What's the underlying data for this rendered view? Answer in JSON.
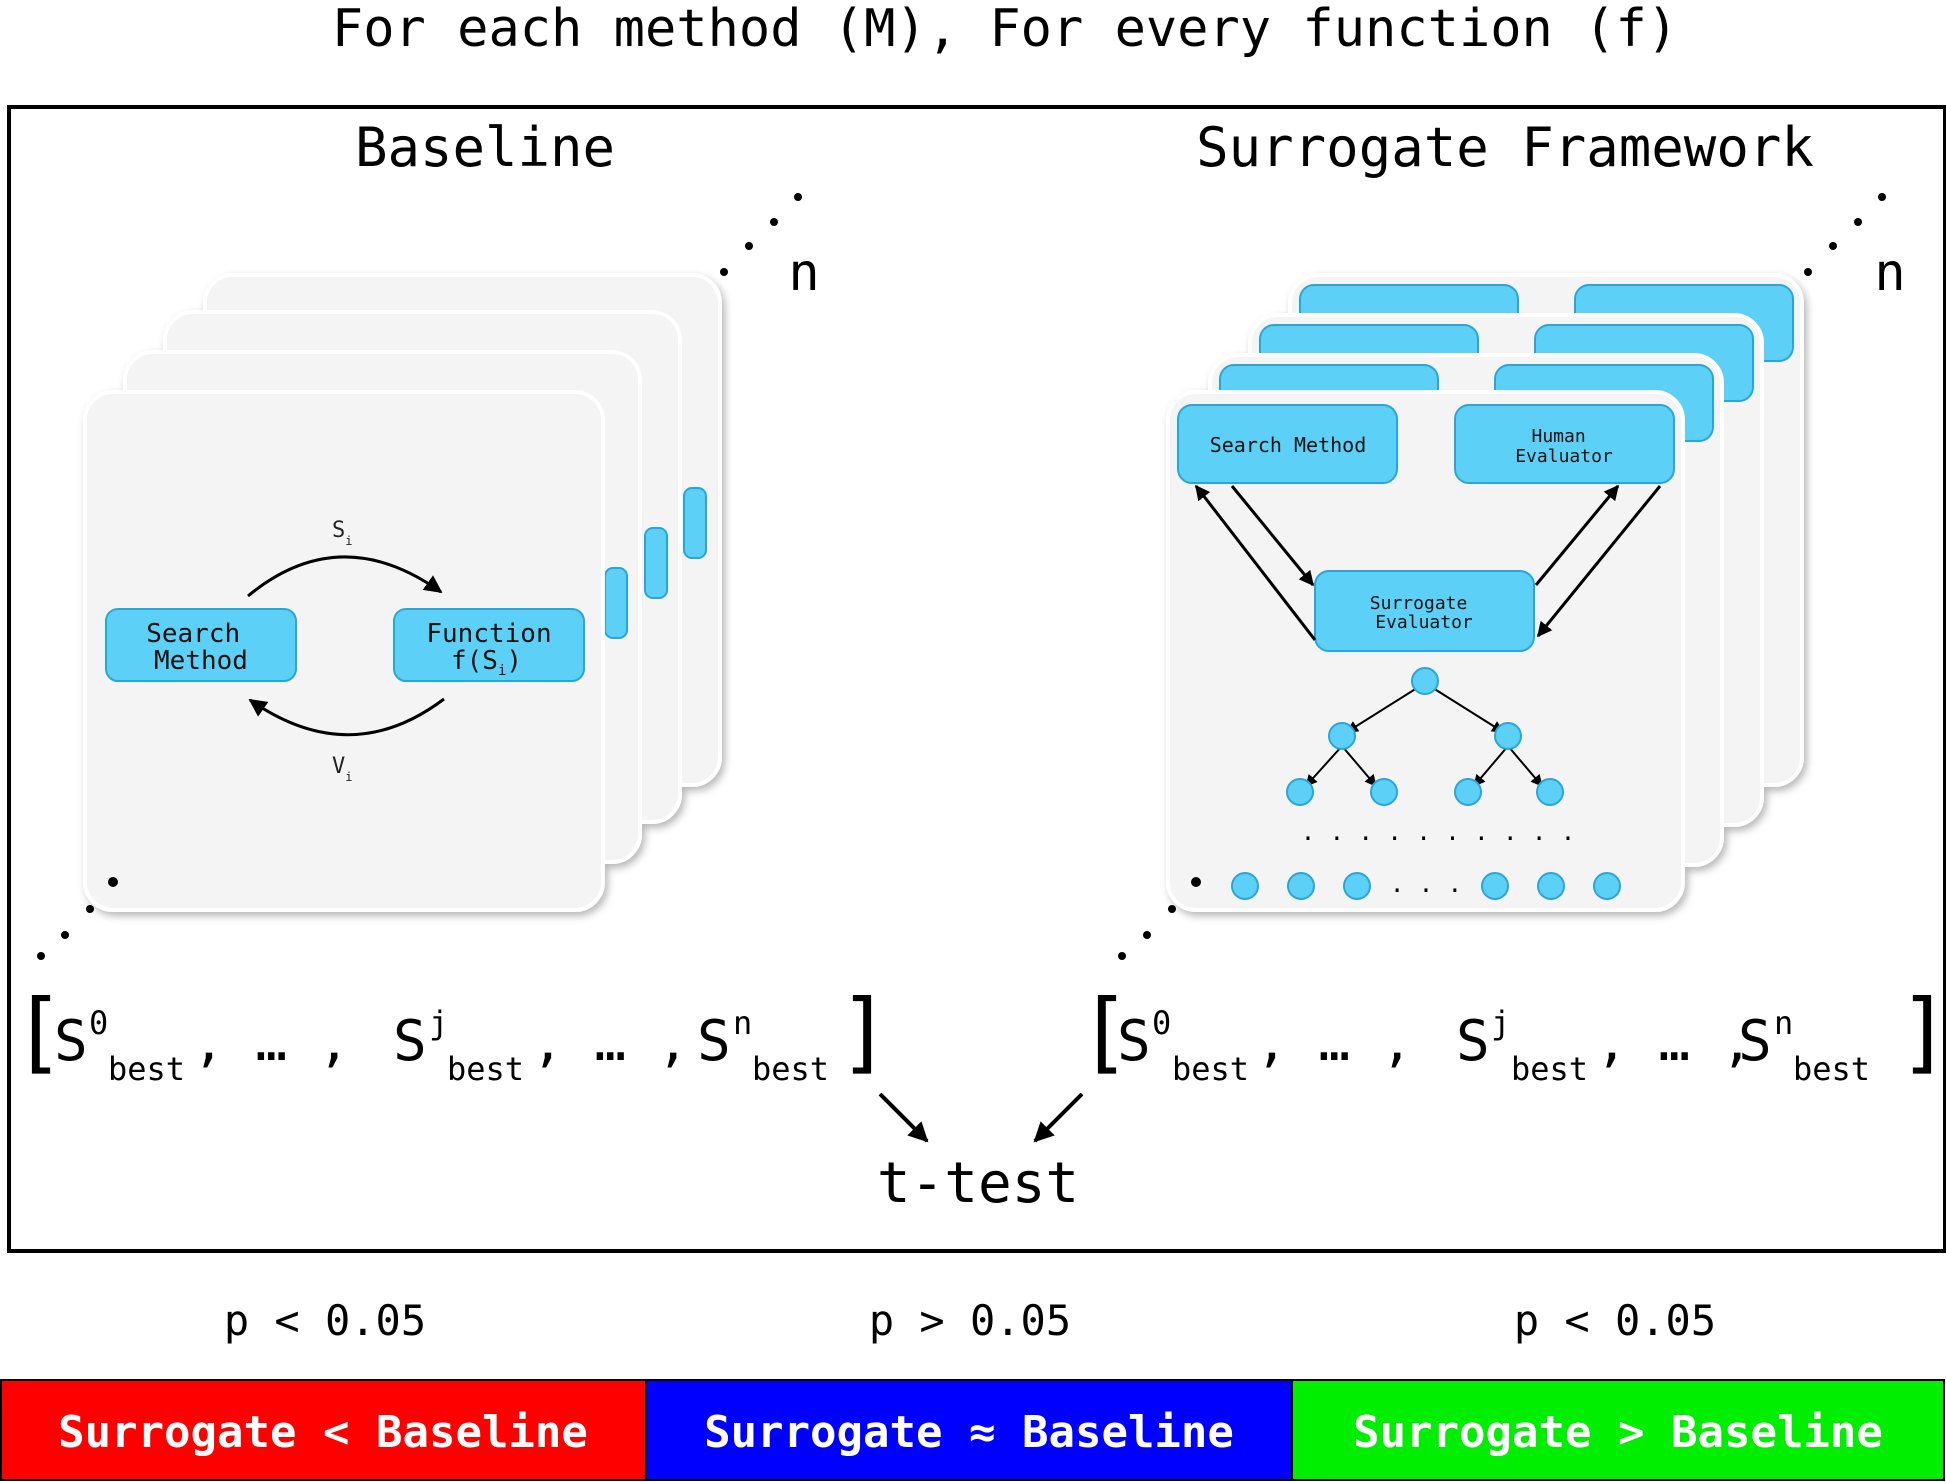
{
  "title": "For each method (M), For every function (f)",
  "baseline": {
    "heading": "Baseline",
    "n_label": "n",
    "search_method": [
      "Search",
      "Method"
    ],
    "function_box": [
      "Function",
      "f(S",
      "i",
      ")"
    ],
    "s_label": "S",
    "s_sub": "i",
    "v_label": "V",
    "v_sub": "i",
    "result_vector": {
      "open": "[",
      "s": "S",
      "sup0": "0",
      "supj": "j",
      "supn": "n",
      "sub": "best",
      "ellipsis": ", … ,",
      "close": "]"
    }
  },
  "surrogate": {
    "heading": "Surrogate Framework",
    "n_label": "n",
    "search_method": "Search Method",
    "human_evaluator": [
      "Human",
      "Evaluator"
    ],
    "surrogate_evaluator": [
      "Surrogate",
      "Evaluator"
    ],
    "tree_dots": ". . . . . . . . . .",
    "leaf_dots": ". . .",
    "result_vector": {
      "open": "[",
      "s": "S",
      "sup0": "0",
      "supj": "j",
      "supn": "n",
      "sub": "best",
      "ellipsis": ", … ,",
      "close": "]"
    }
  },
  "test_label": "t-test",
  "outcomes": [
    {
      "p": "p < 0.05",
      "label": "Surrogate < Baseline",
      "color": "#ff0000"
    },
    {
      "p": "p > 0.05",
      "label": "Surrogate ≈ Baseline",
      "color": "#0000ff"
    },
    {
      "p": "p < 0.05",
      "label": "Surrogate > Baseline",
      "color": "#00ee00"
    }
  ],
  "colors": {
    "node": "#5dd0f7",
    "node_stroke": "#2aa6d6",
    "card": "#f4f4f4"
  }
}
